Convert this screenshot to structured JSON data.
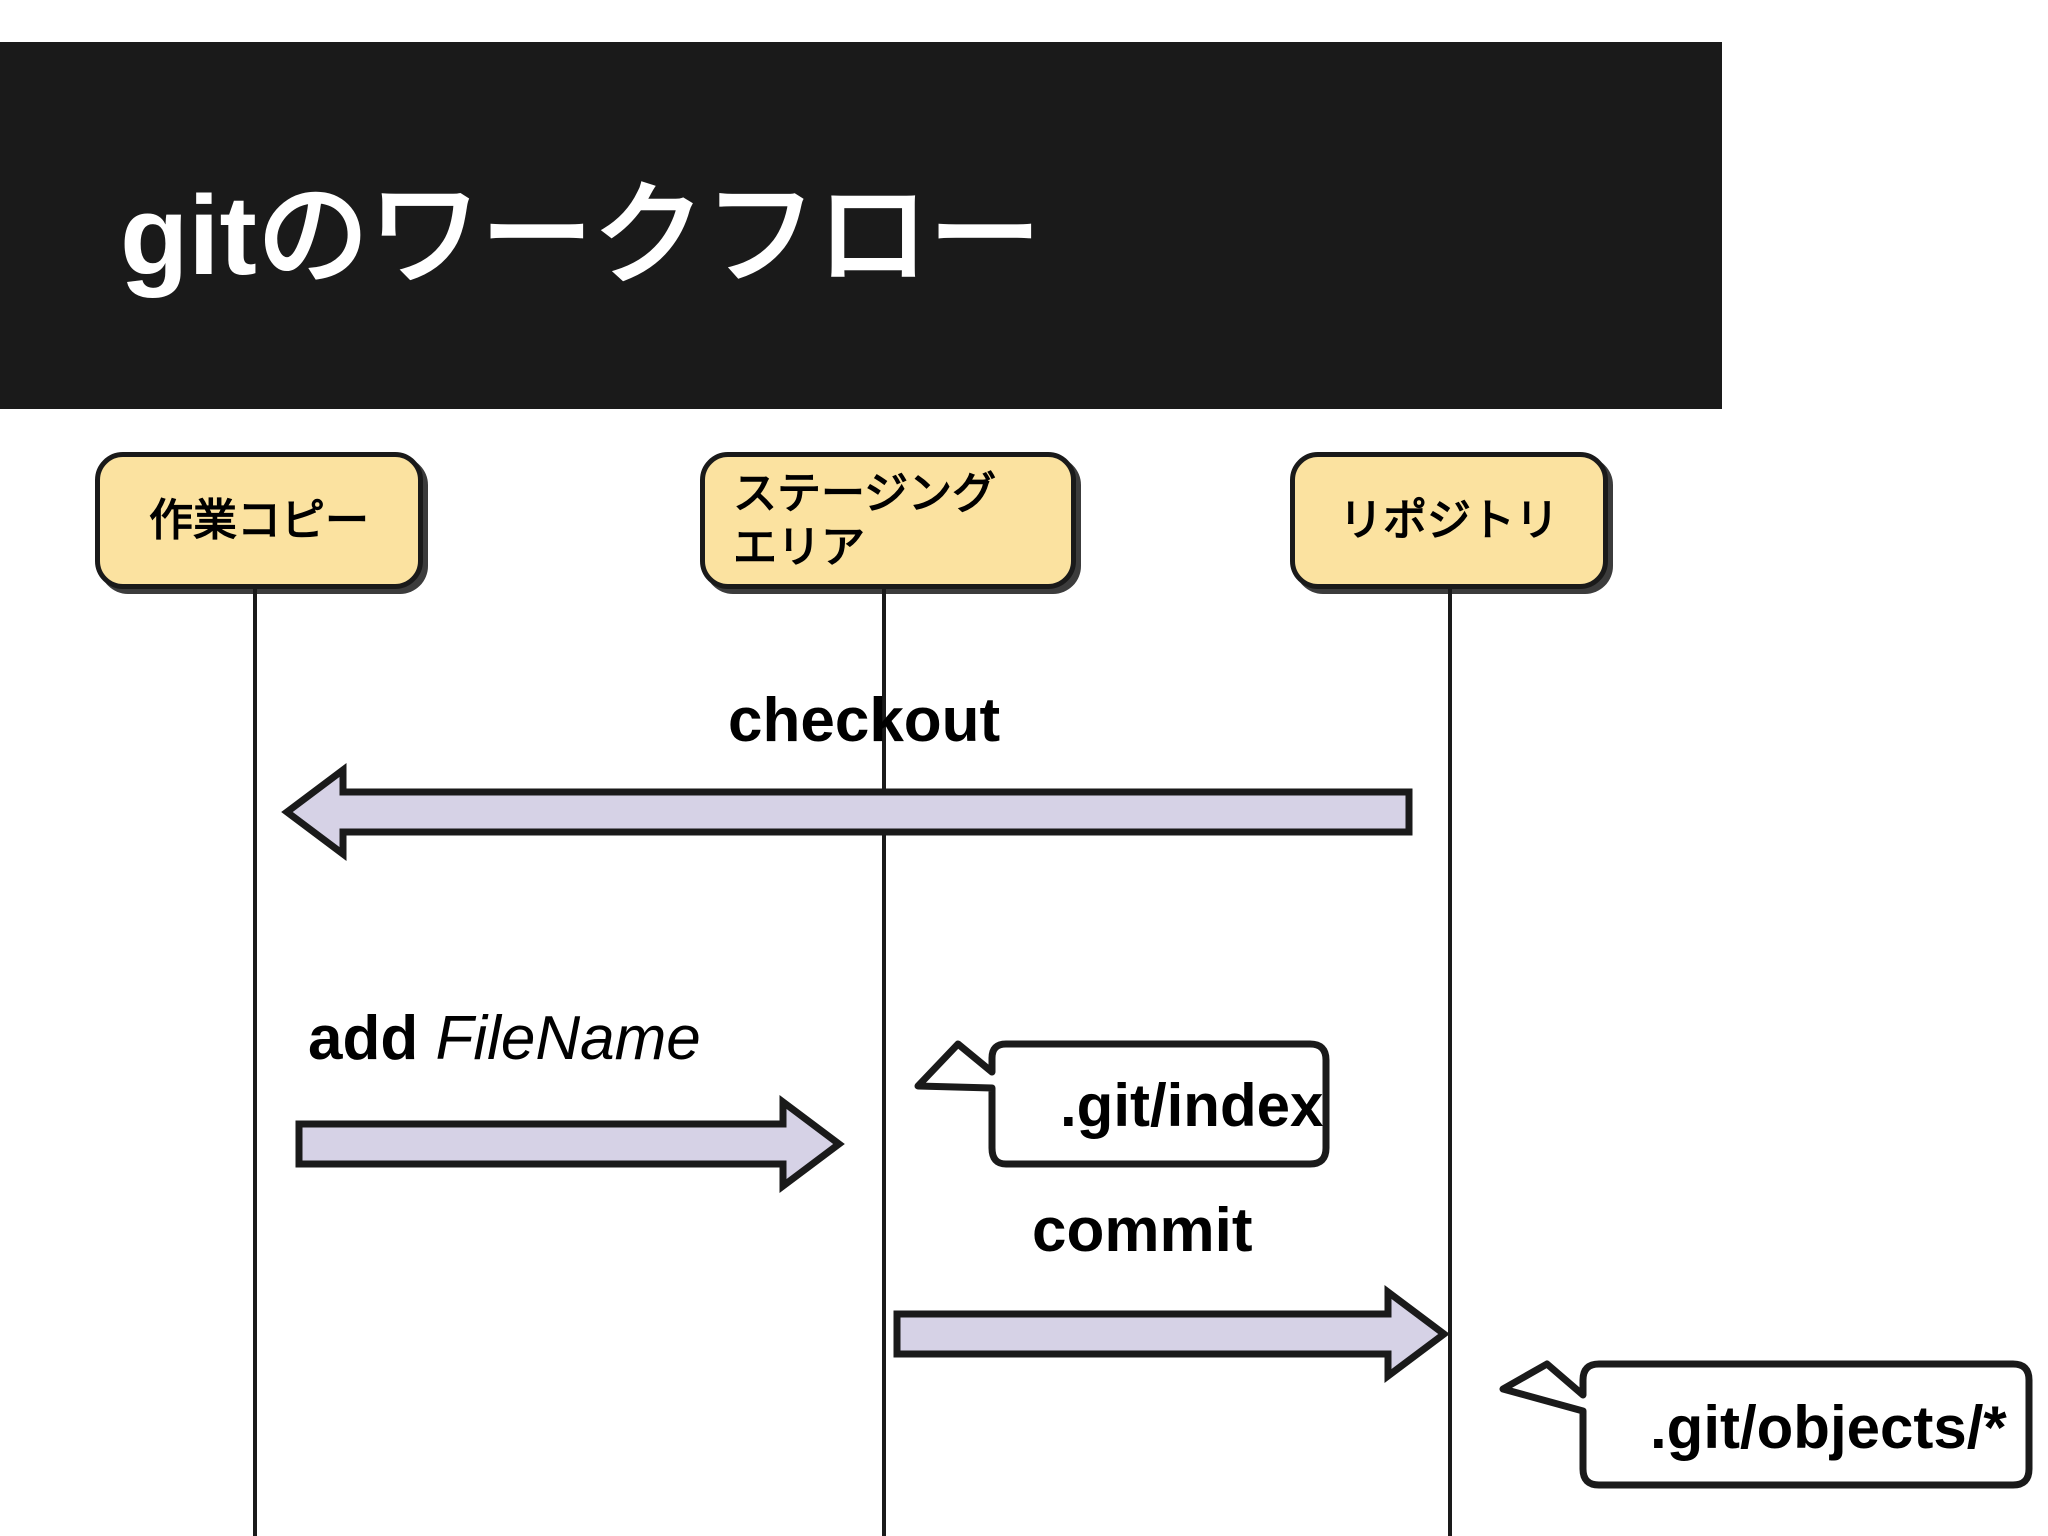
{
  "slide": {
    "title": "gitのワークフロー",
    "background_color": "#ffffff",
    "banner_color": "#1a1a1a",
    "title_color": "#ffffff"
  },
  "diagram": {
    "type": "sequence-diagram",
    "accent_box_color": "#fbe2a0",
    "arrow_fill_color": "#d6d2e6",
    "outline_color": "#1a1a1a",
    "participants": [
      {
        "id": "working-copy",
        "label": "作業コピー",
        "align": "center"
      },
      {
        "id": "staging-area",
        "label_line1": "ステージング",
        "label_line2": "エリア",
        "align": "left"
      },
      {
        "id": "repository",
        "label": "リポジトリ",
        "align": "center"
      }
    ],
    "messages": [
      {
        "id": "checkout",
        "label": "checkout",
        "direction": "right-to-left",
        "from": "repository",
        "to": "working-copy"
      },
      {
        "id": "add",
        "label_cmd": "add",
        "label_arg": "FileName",
        "direction": "left-to-right",
        "from": "working-copy",
        "to": "staging-area"
      },
      {
        "id": "commit",
        "label": "commit",
        "direction": "left-to-right",
        "from": "staging-area",
        "to": "repository"
      }
    ],
    "callouts": [
      {
        "id": "git-index",
        "text": ".git/index",
        "points_to": "staging-area"
      },
      {
        "id": "git-objects",
        "text": ".git/objects/*",
        "points_to": "repository"
      }
    ]
  }
}
